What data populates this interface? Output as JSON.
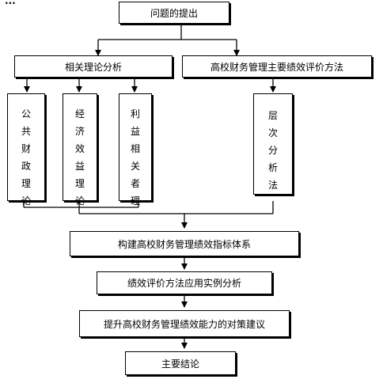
{
  "corner_text": "...",
  "nodes": {
    "problem": "问题的提出",
    "theory": "相关理论分析",
    "methods": "高校财务管理主要绩效评价方法",
    "public_finance": [
      "公",
      "共",
      "财",
      "政",
      "理",
      "论"
    ],
    "economic_benefit": [
      "经",
      "济",
      "效",
      "益",
      "理",
      "论"
    ],
    "stakeholder": [
      "利",
      "益",
      "相",
      "关",
      "者",
      "理"
    ],
    "ahp": [
      "层",
      "次",
      "分",
      "析",
      "法"
    ],
    "index_system": "构建高校财务管理绩效指标体系",
    "case_analysis": "绩效评价方法应用实例分析",
    "countermeasures": "提升高校财务管理绩效能力的对策建议",
    "conclusion": "主要结论"
  }
}
